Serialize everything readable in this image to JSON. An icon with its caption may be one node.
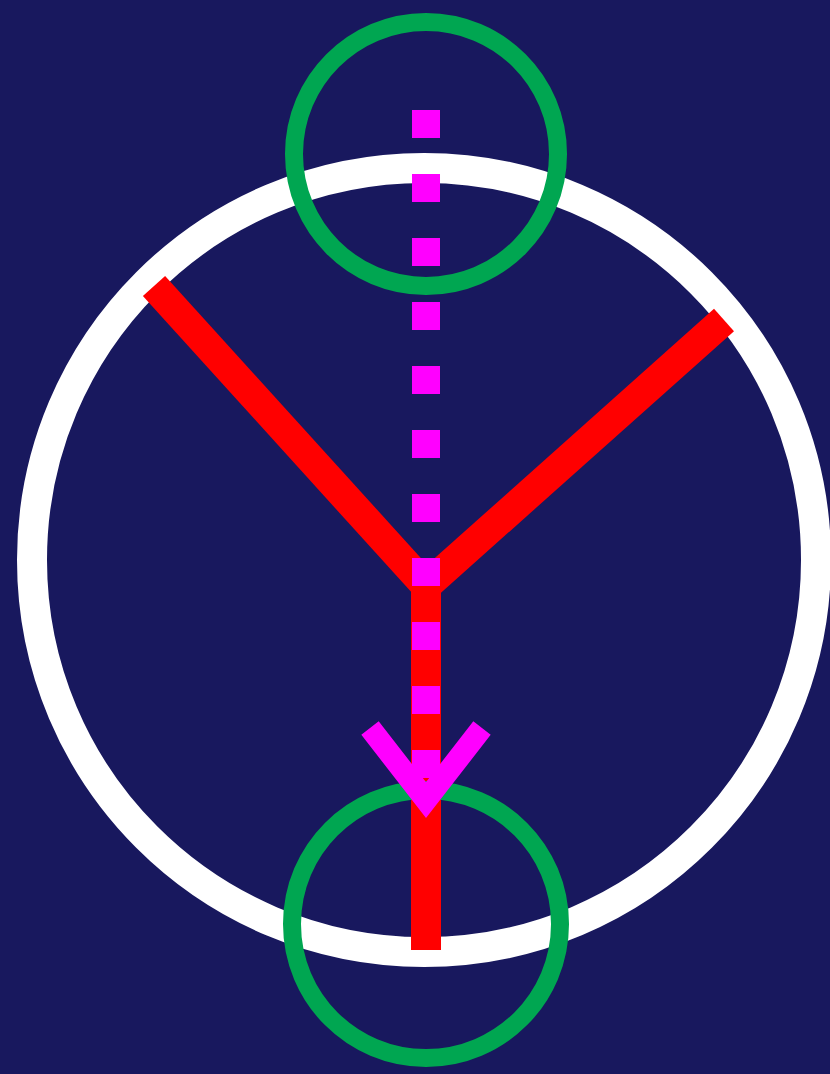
{
  "diagram": {
    "nodes": [
      {
        "text": [],
        "shape": "circle"
      },
      {
        "text": [],
        "shape": "circle"
      }
    ],
    "edges": [
      {
        "from": 0,
        "to": 1,
        "arrow": "to",
        "style": "dashed",
        "color": "#ff00ff"
      }
    ]
  }
}
